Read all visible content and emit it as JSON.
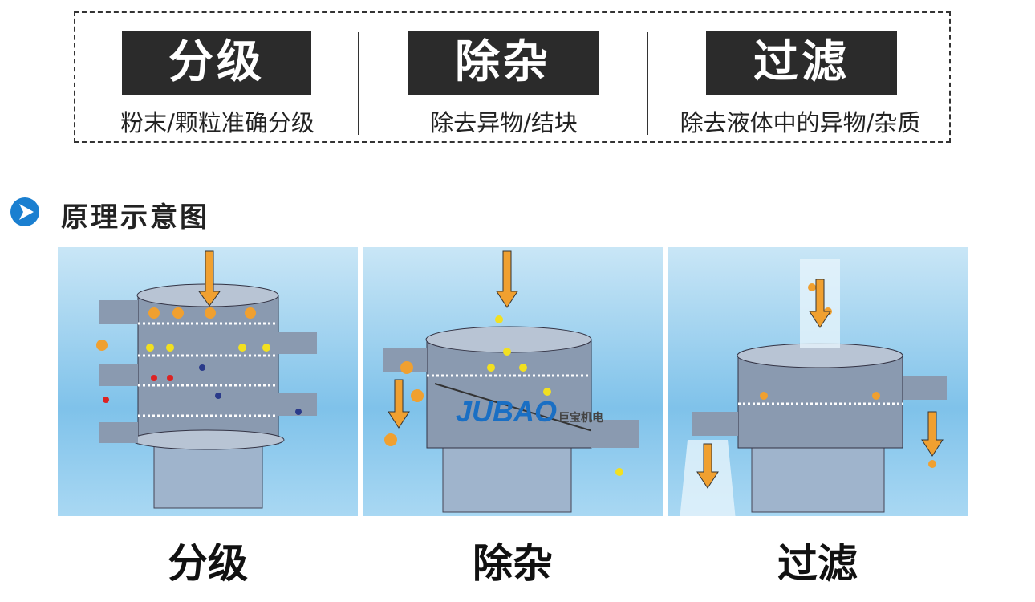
{
  "features": [
    {
      "title": "分级",
      "desc": "粉末/颗粒准确分级"
    },
    {
      "title": "除杂",
      "desc": "除去异物/结块"
    },
    {
      "title": "过滤",
      "desc": "除去液体中的异物/杂质"
    }
  ],
  "heading": "原理示意图",
  "panels": [
    {
      "label": "分级"
    },
    {
      "label": "除杂"
    },
    {
      "label": "过滤"
    }
  ],
  "logo": {
    "name": "JUBAO",
    "cn": "巨宝机电"
  },
  "colors": {
    "accent": "#1a7fd0",
    "particle_orange": "#f0a030",
    "particle_yellow": "#f2e020",
    "body": "#8a9ab0"
  }
}
